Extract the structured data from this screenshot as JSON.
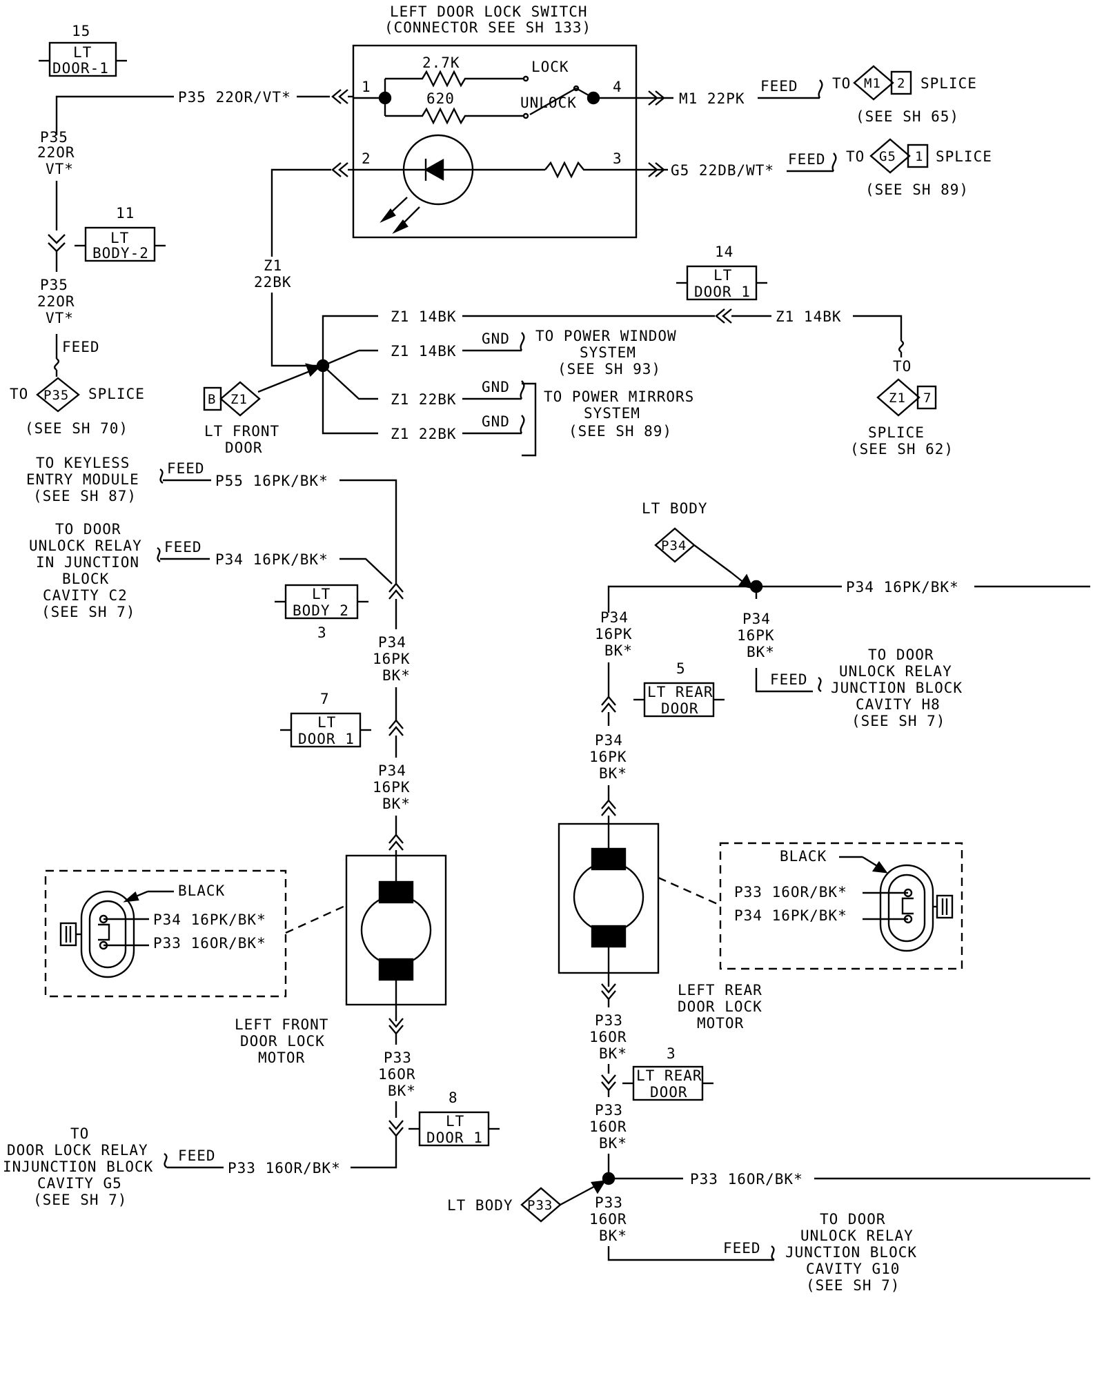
{
  "switch": {
    "title": "LEFT DOOR LOCK SWITCH",
    "subtitle": "(CONNECTOR SEE SH 133)",
    "r1": "2.7K",
    "r2": "620",
    "lock": "LOCK",
    "unlock": "UNLOCK",
    "pin1": "1",
    "pin2": "2",
    "pin3": "3",
    "pin4": "4"
  },
  "connectors": {
    "c15": {
      "num": "15",
      "l1": "LT",
      "l2": "DOOR-1"
    },
    "c11": {
      "num": "11",
      "l1": "LT",
      "l2": "BODY-2"
    },
    "c14": {
      "num": "14",
      "l1": "LT",
      "l2": "DOOR 1"
    },
    "c3a": {
      "num": "3",
      "l1": "LT",
      "l2": "BODY 2"
    },
    "c7": {
      "num": "7",
      "l1": "LT",
      "l2": "DOOR 1"
    },
    "c5": {
      "num": "5",
      "l1": "LT REAR",
      "l2": "DOOR"
    },
    "c8": {
      "num": "8",
      "l1": "LT",
      "l2": "DOOR 1"
    },
    "c3b": {
      "num": "3",
      "l1": "LT REAR",
      "l2": "DOOR"
    }
  },
  "wires": {
    "p35_top": "P35 22OR/VT*",
    "p35_a": [
      "P35",
      "22OR",
      "VT*"
    ],
    "p35_b": [
      "P35",
      "22OR",
      "VT*"
    ],
    "m1": "M1 22PK",
    "g5": "G5 22DB/WT*",
    "z1_vert": [
      "Z1",
      "22BK"
    ],
    "z1_14a": "Z1 14BK",
    "z1_14b": "Z1 14BK",
    "z1_22a": "Z1 22BK",
    "z1_22b": "Z1 22BK",
    "z1_14_right": "Z1 14BK",
    "p55": "P55 16PK/BK*",
    "p34_in": "P34 16PK/BK*",
    "p34_v1": [
      "P34",
      "16PK",
      "BK*"
    ],
    "p34_v2": [
      "P34",
      "16PK",
      "BK*"
    ],
    "p33_v1": [
      "P33",
      "16OR",
      "BK*"
    ],
    "p33_bottom": "P33 16OR/BK*",
    "p34_right": "P34 16PK/BK*",
    "p34_r1": [
      "P34",
      "16PK",
      "BK*"
    ],
    "p34_r2": [
      "P34",
      "16PK",
      "BK*"
    ],
    "p34_r3": [
      "P34",
      "16PK",
      "BK*"
    ],
    "p33_r1": [
      "P33",
      "16OR",
      "BK*"
    ],
    "p33_r2": [
      "P33",
      "16OR",
      "BK*"
    ],
    "p33_r3": [
      "P33",
      "16OR",
      "BK*"
    ],
    "p33_right": "P33 16OR/BK*"
  },
  "labels": {
    "feed": "FEED",
    "gnd": "GND",
    "to": "TO",
    "splice": "SPLICE",
    "m1_tag": "M1",
    "m1_pin": "2",
    "see65": "(SEE SH 65)",
    "g5_tag": "G5",
    "g5_pin": "1",
    "see89a": "(SEE SH 89)",
    "p35_tag": "P35",
    "see70": "(SEE SH 70)",
    "z1_tag": "Z1",
    "z1_pin": "7",
    "see62": "(SEE SH 62)",
    "b_tag": "B",
    "lt_front_door": [
      "LT FRONT",
      "DOOR"
    ],
    "power_window": [
      "TO POWER WINDOW",
      "SYSTEM",
      "(SEE SH 93)"
    ],
    "power_mirrors": [
      "TO POWER MIRRORS",
      "SYSTEM",
      "(SEE SH 89)"
    ],
    "keyless": [
      "TO KEYLESS",
      "ENTRY MODULE",
      "(SEE SH 87)"
    ],
    "unlock_relay_c2": [
      "TO DOOR",
      "UNLOCK RELAY",
      "IN JUNCTION",
      "BLOCK",
      "CAVITY C2",
      "(SEE SH 7)"
    ],
    "lt_body": "LT BODY",
    "p34_tag": "P34",
    "unlock_relay_h8": [
      "TO DOOR",
      "UNLOCK RELAY",
      "JUNCTION BLOCK",
      "CAVITY H8",
      "(SEE SH 7)"
    ],
    "black": "BLACK",
    "conn_left": [
      "P34 16PK/BK*",
      "P33 16OR/BK*"
    ],
    "conn_right": [
      "P33 16OR/BK*",
      "P34 16PK/BK*"
    ],
    "left_front_motor": [
      "LEFT FRONT",
      "DOOR LOCK",
      "MOTOR"
    ],
    "left_rear_motor": [
      "LEFT REAR",
      "DOOR LOCK",
      "MOTOR"
    ],
    "lock_relay_g5": [
      "TO",
      "DOOR LOCK RELAY",
      "INJUNCTION BLOCK",
      "CAVITY G5",
      "(SEE SH 7)"
    ],
    "lt_body_p33": "LT BODY",
    "p33_tag": "P33",
    "unlock_relay_g10": [
      "TO DOOR",
      "UNLOCK RELAY",
      "JUNCTION BLOCK",
      "CAVITY G10",
      "(SEE SH 7)"
    ]
  }
}
